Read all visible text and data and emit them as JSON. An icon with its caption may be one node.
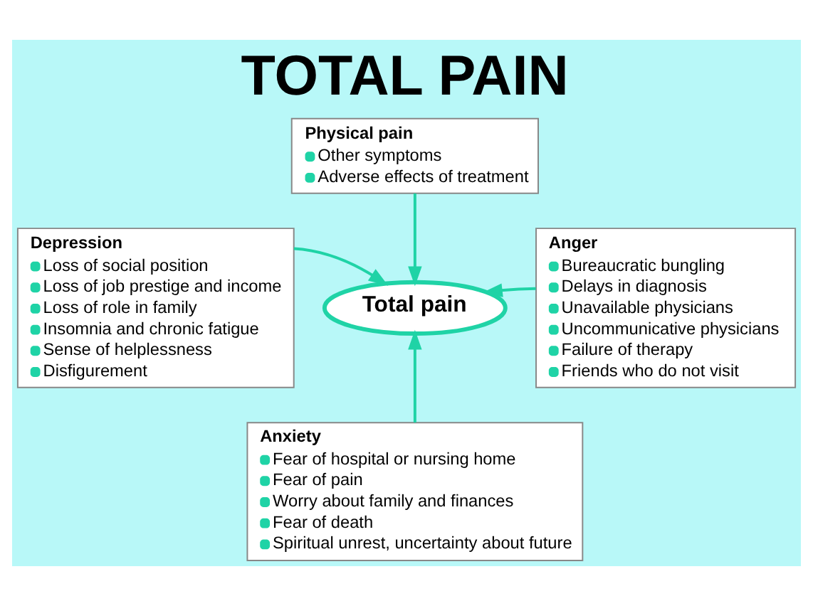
{
  "diagram": {
    "title": "TOTAL PAIN",
    "nodes": [
      {
        "text": [
          "Physical pain",
          "Other symptoms",
          "Adverse effects of treatment"
        ]
      },
      {
        "text": [
          "Depression",
          "Loss of social position",
          "Loss of job prestige and income",
          "Loss of role in family",
          "Insomnia and chronic fatigue",
          "Sense of helplessness",
          "Disfigurement"
        ]
      },
      {
        "text": [
          "Total pain"
        ]
      },
      {
        "text": [
          "Anger",
          "Bureaucratic bungling",
          "Delays in diagnosis",
          "Unavailable physicians",
          "Uncommunicative physicians",
          "Failure of therapy",
          "Friends who do not visit"
        ]
      },
      {
        "text": [
          "Anxiety",
          "Fear of hospital or nursing home",
          "Fear of pain",
          "Worry about family and finances",
          "Fear of death",
          "Spiritual unrest, uncertainty about future"
        ]
      }
    ],
    "edges": [
      {
        "from": 0,
        "to": 2,
        "arrow": "to"
      },
      {
        "from": 1,
        "to": 2,
        "arrow": "to"
      },
      {
        "from": 3,
        "to": 2,
        "arrow": "to"
      },
      {
        "from": 4,
        "to": 2,
        "arrow": "to"
      }
    ]
  }
}
